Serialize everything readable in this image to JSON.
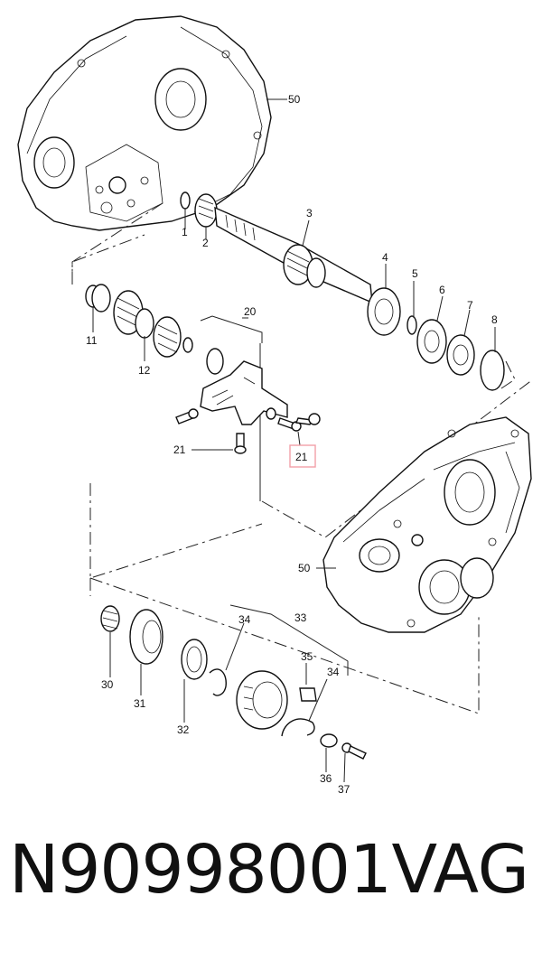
{
  "callouts": {
    "c50a": "50",
    "c1": "1",
    "c2": "2",
    "c3": "3",
    "c4": "4",
    "c5": "5",
    "c6": "6",
    "c7": "7",
    "c8": "8",
    "c11": "11",
    "c12": "12",
    "c20": "20",
    "c21a": "21",
    "c21b": "21",
    "c50b": "50",
    "c30": "30",
    "c31": "31",
    "c32": "32",
    "c33": "33",
    "c34a": "34",
    "c34b": "34",
    "c35": "35",
    "c36": "36",
    "c37": "37"
  },
  "highlight_color": "#f2a0a8",
  "footer": {
    "part_number": "N90998001",
    "brand": "VAG"
  }
}
